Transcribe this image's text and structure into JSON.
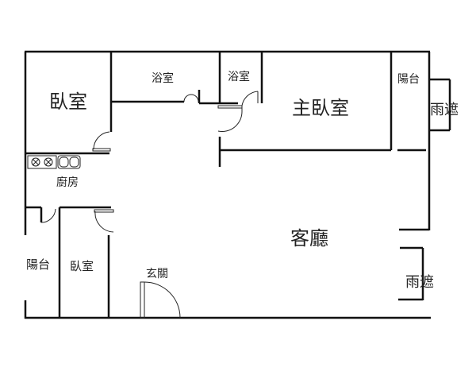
{
  "rooms": {
    "bedroom_1": "臥室",
    "bathroom_1": "浴室",
    "bathroom_2": "浴室",
    "master_bedroom": "主臥室",
    "balcony_1": "陽台",
    "awning_1": "雨遮",
    "kitchen": "廚房",
    "living_room": "客廳",
    "balcony_2": "陽台",
    "bedroom_2": "臥室",
    "entrance": "玄關",
    "awning_2": "雨遮"
  }
}
